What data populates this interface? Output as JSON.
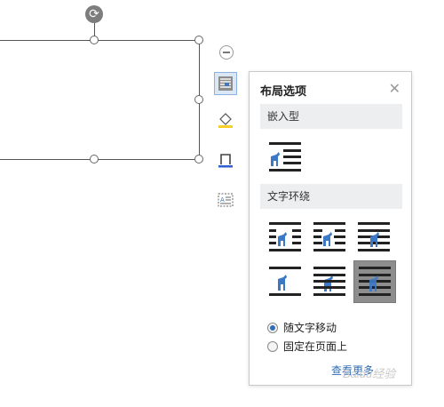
{
  "canvas": {
    "rotate_icon": "rotate-icon"
  },
  "toolbar": {
    "buttons": [
      {
        "name": "layout-options-icon",
        "active": true
      },
      {
        "name": "shape-fill-icon",
        "active": false
      },
      {
        "name": "shape-outline-icon",
        "active": false
      },
      {
        "name": "text-frame-icon",
        "active": false
      }
    ],
    "collapse_icon": "minus-circle-icon"
  },
  "panel": {
    "title": "布局选项",
    "close_icon": "close-icon",
    "inline_section": "嵌入型",
    "wrap_section": "文字环绕",
    "wrap_options": [
      {
        "name": "square-wrap",
        "selected": false
      },
      {
        "name": "tight-wrap",
        "selected": false
      },
      {
        "name": "through-wrap",
        "selected": false
      },
      {
        "name": "top-bottom-wrap",
        "selected": false
      },
      {
        "name": "behind-text",
        "selected": false
      },
      {
        "name": "in-front-of-text",
        "selected": true
      }
    ],
    "radio_options": [
      {
        "label": "随文字移动",
        "checked": true
      },
      {
        "label": "固定在页面上",
        "checked": false
      }
    ],
    "more_link": "查看更多"
  },
  "watermark": "Baidu经验",
  "colors": {
    "accent": "#2f6db5",
    "icon_blue": "#3b78c5",
    "selected_bg": "#8d8d8d"
  }
}
